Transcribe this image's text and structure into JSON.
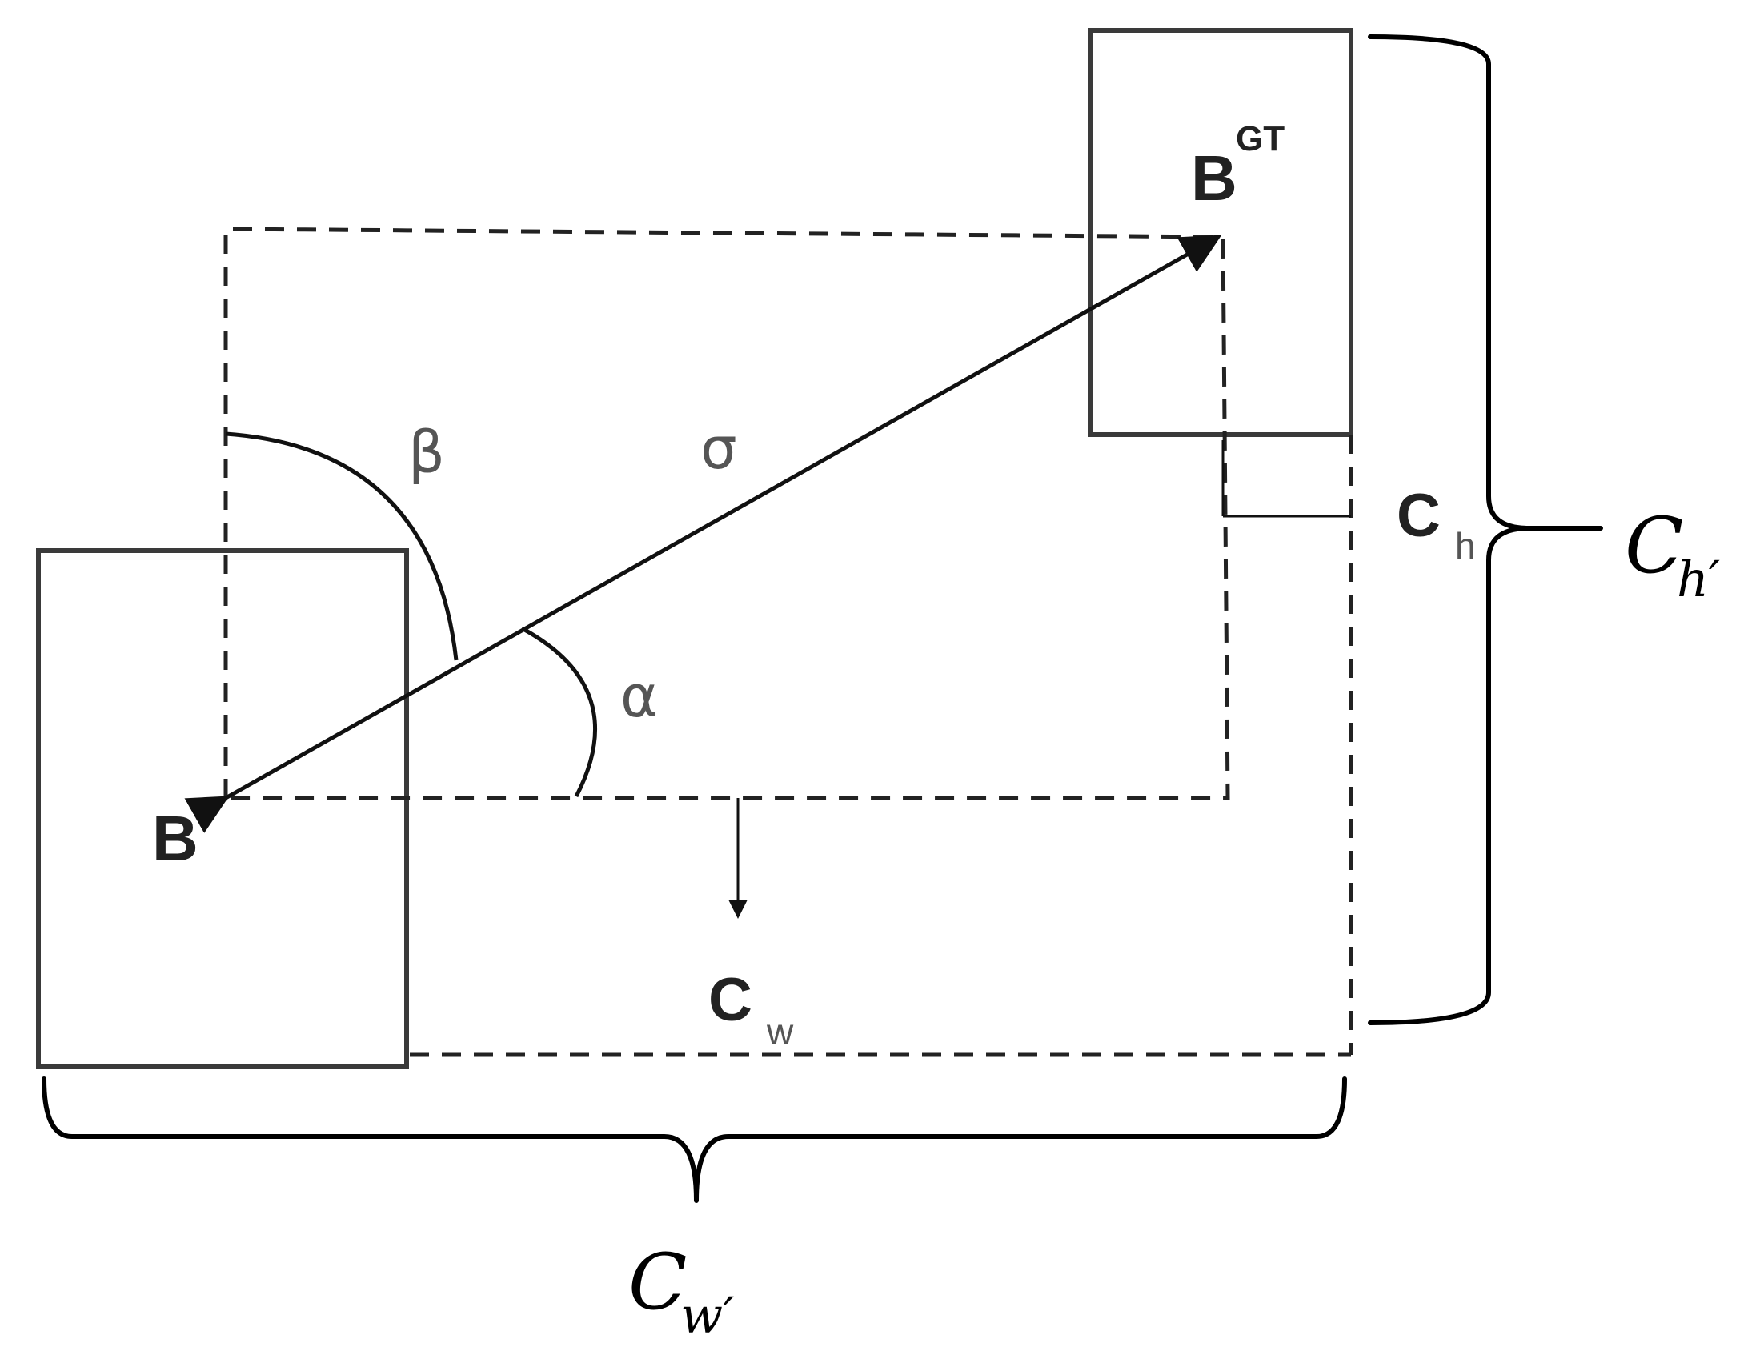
{
  "labels": {
    "b": "B",
    "b_gt": "B",
    "b_gt_sup": "GT",
    "sigma": "σ",
    "alpha": "α",
    "beta": "β",
    "c_h": "C",
    "c_h_sub": "h",
    "c_w": "C",
    "c_w_sub": "w",
    "c_h_prime": "C",
    "c_h_prime_sub": "h′",
    "c_w_prime": "C",
    "c_w_prime_sub": "w′"
  },
  "colors": {
    "box_stroke": "#3a3a3a",
    "line": "#111111",
    "brace": "#000000"
  }
}
